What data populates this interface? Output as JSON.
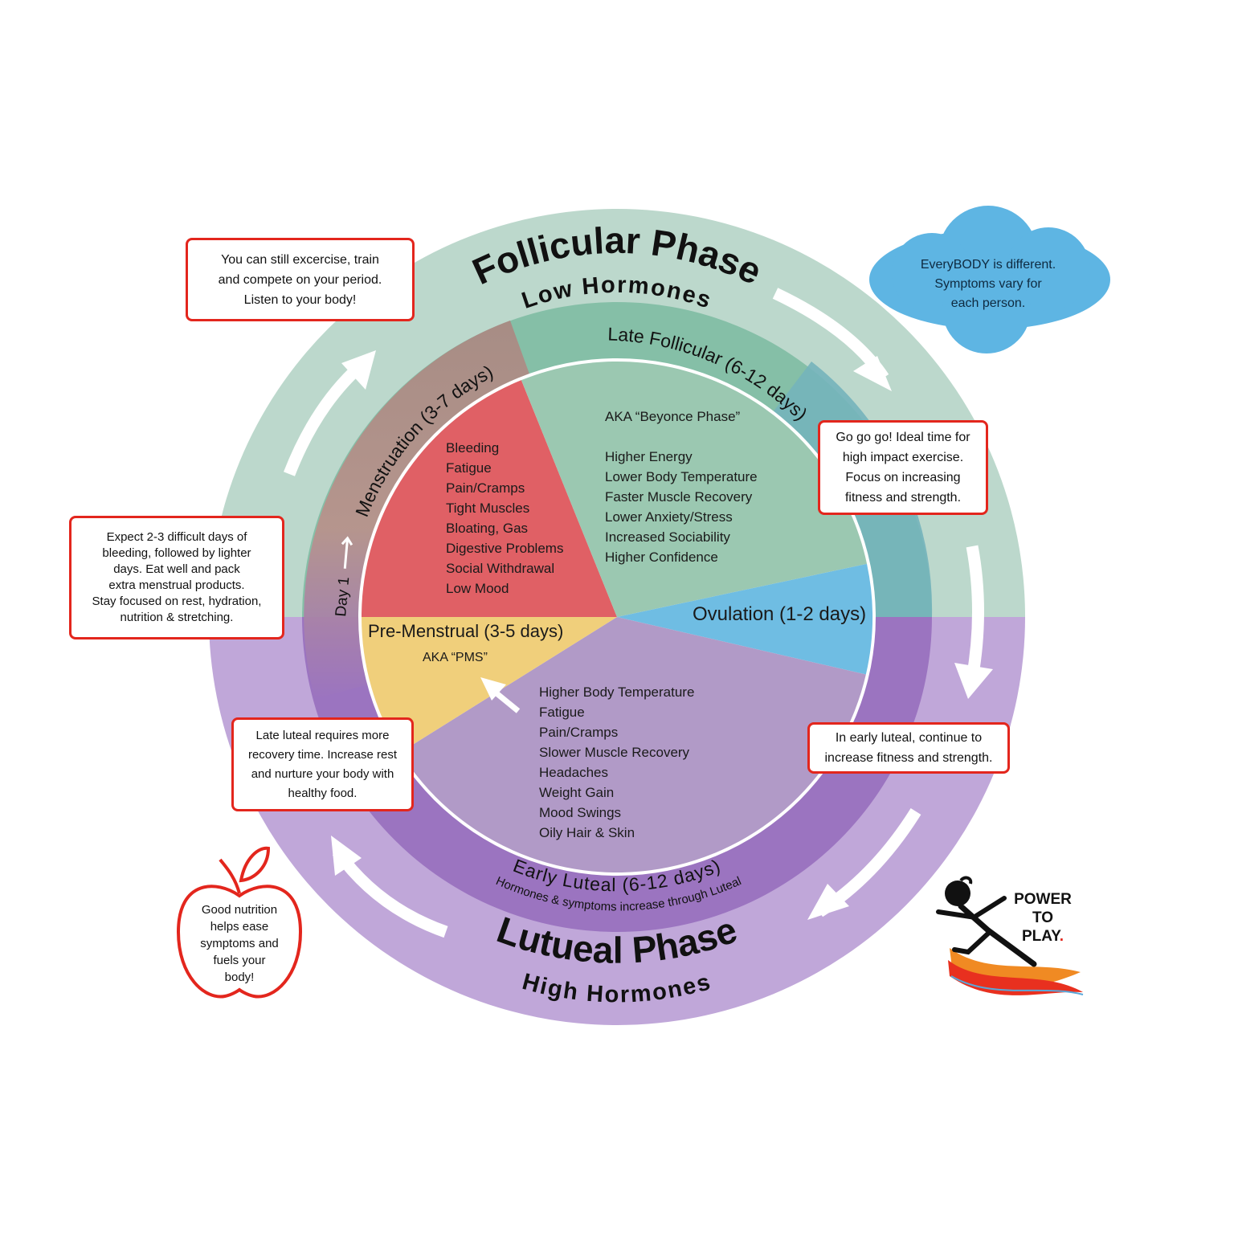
{
  "phases": {
    "follicular": {
      "title": "Follicular Phase",
      "subtitle": "Low Hormones"
    },
    "luteal": {
      "title": "Lutueal Phase",
      "subtitle": "High Hormones"
    }
  },
  "rings": {
    "menstruation_label": "Menstruation (3-7 days)",
    "late_follicular_label": "Late Follicular (6-12 days)",
    "early_luteal_label": "Early Luteal (6-12 days)",
    "early_luteal_sub": "Hormones & symptoms increase through Luteal",
    "day1_label": "Day 1"
  },
  "segments": {
    "menstruation": {
      "symptoms": [
        "Bleeding",
        "Fatigue",
        "Pain/Cramps",
        "Tight Muscles",
        "Bloating, Gas",
        "Digestive Problems",
        "Social Withdrawal",
        "Low Mood"
      ]
    },
    "follicular": {
      "aka": "AKA “Beyonce Phase”",
      "symptoms": [
        "Higher Energy",
        "Lower Body Temperature",
        "Faster Muscle Recovery",
        "Lower Anxiety/Stress",
        "Increased Sociability",
        "Higher Confidence"
      ]
    },
    "ovulation": {
      "label": "Ovulation (1-2 days)"
    },
    "pre_menstrual": {
      "label": "Pre-Menstrual (3-5 days)",
      "aka": "AKA “PMS”"
    },
    "luteal": {
      "symptoms": [
        "Higher Body Temperature",
        "Fatigue",
        "Pain/Cramps",
        "Slower Muscle Recovery",
        "Headaches",
        "Weight Gain",
        "Mood Swings",
        "Oily Hair & Skin"
      ]
    }
  },
  "tips": {
    "period_exercise": "You can still excercise, train\nand compete on your period.\nListen to your body!",
    "bleeding": "Expect 2-3 difficult days of\nbleeding, followed by lighter\ndays. Eat well and pack\nextra menstrual products.\nStay focused on rest, hydration,\nnutrition & stretching.",
    "go": "Go go go! Ideal time for\nhigh impact exercise.\nFocus on increasing\nfitness and strength.",
    "early_luteal": "In early luteal, continue to\nincrease fitness and strength.",
    "late_luteal": "Late luteal requires more\nrecovery time. Increase rest\nand nurture your body with\nhealthy food."
  },
  "cloud": {
    "text": "EveryBODY is different.\nSymptoms vary for\neach person."
  },
  "apple": {
    "text": "Good nutrition\nhelps ease\nsymptoms and\nfuels your\nbody!"
  },
  "logo": {
    "text": "POWER TO PLAY."
  },
  "colors": {
    "follicular_outer": "#bcd8cc",
    "luteal_outer": "#c0a7d9",
    "menstruation_ring": "#a98a83",
    "late_follicular_ring": "#85bfa7",
    "early_luteal_ring": "#9b74c0",
    "menstruation_fill": "#e06065",
    "follicular_fill": "#9bc8b1",
    "ovulation_fill": "#6fbde3",
    "luteal_fill": "#b19ac7",
    "pms_fill": "#f0cf7b",
    "tip_border": "#e3261d",
    "cloud": "#5eb5e3"
  }
}
